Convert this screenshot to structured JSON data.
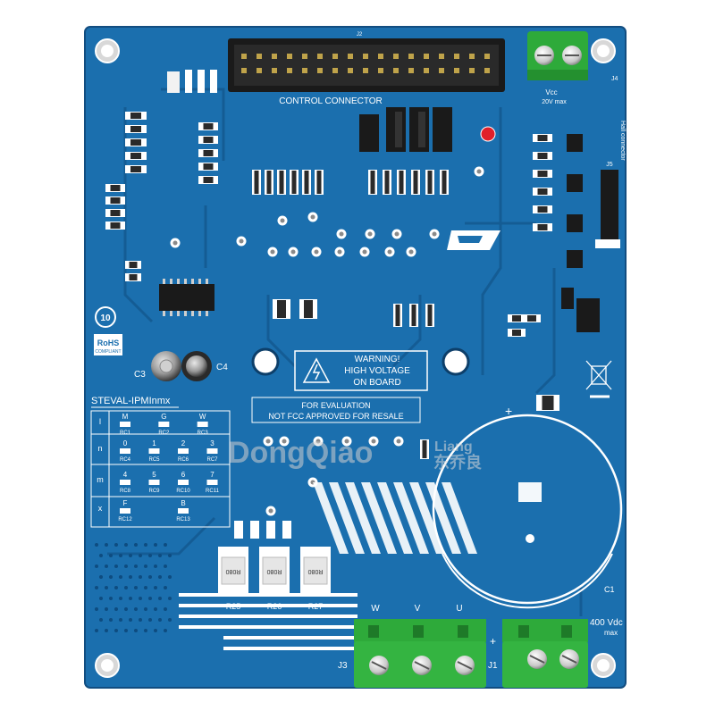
{
  "board": {
    "control_connector": "CONTROL CONNECTOR",
    "connector_ref": "J2",
    "model": "STEVAL-IPMInmx",
    "rohs": "RoHS",
    "rohs_sub": "COMPLIANT",
    "warning_lines": [
      "WARNING!",
      "HIGH VOLTAGE",
      "ON BOARD"
    ],
    "evaluation_lines": [
      "FOR EVALUATION",
      "NOT FCC APPROVED FOR RESALE"
    ],
    "vcc_label": "Vcc",
    "vcc_max": "20V max",
    "hv_label": "400 Vdc",
    "hv_max": "max",
    "hall_connector": "Hall connector",
    "phase_labels": [
      "W",
      "V",
      "U"
    ],
    "shunt_labels": [
      "R25",
      "R26",
      "R27"
    ],
    "shunt_value": "R080",
    "big_cap_ref": "C1",
    "j1": "J1",
    "j3": "J3",
    "j4": "J4",
    "c3": "C3",
    "c4": "C4",
    "j5": "J5",
    "rohs_years": "10"
  },
  "option_table": {
    "rows": [
      {
        "letter": "l",
        "codes": [
          "M",
          "G",
          "W"
        ],
        "refs": [
          "RC1",
          "RC2",
          "RC3"
        ]
      },
      {
        "letter": "n",
        "codes": [
          "0",
          "1",
          "2",
          "3"
        ],
        "refs": [
          "RC4",
          "RC5",
          "RC6",
          "RC7"
        ]
      },
      {
        "letter": "m",
        "codes": [
          "4",
          "5",
          "6",
          "7"
        ],
        "refs": [
          "RC8",
          "RC9",
          "RC10",
          "RC11"
        ]
      },
      {
        "letter": "x",
        "codes": [
          "F",
          "B"
        ],
        "refs": [
          "RC12",
          "RC13"
        ]
      }
    ]
  },
  "watermark": {
    "latin": "DongQiao",
    "latin2": "Liang",
    "chinese": "东乔良"
  },
  "colors": {
    "pcb": "#1b6fae",
    "pcb_dark": "#145a92",
    "silk": "#ffffff",
    "terminal_green": "#2eaa3a",
    "connector_black": "#1a1a1a",
    "led_red": "#e0202a"
  }
}
